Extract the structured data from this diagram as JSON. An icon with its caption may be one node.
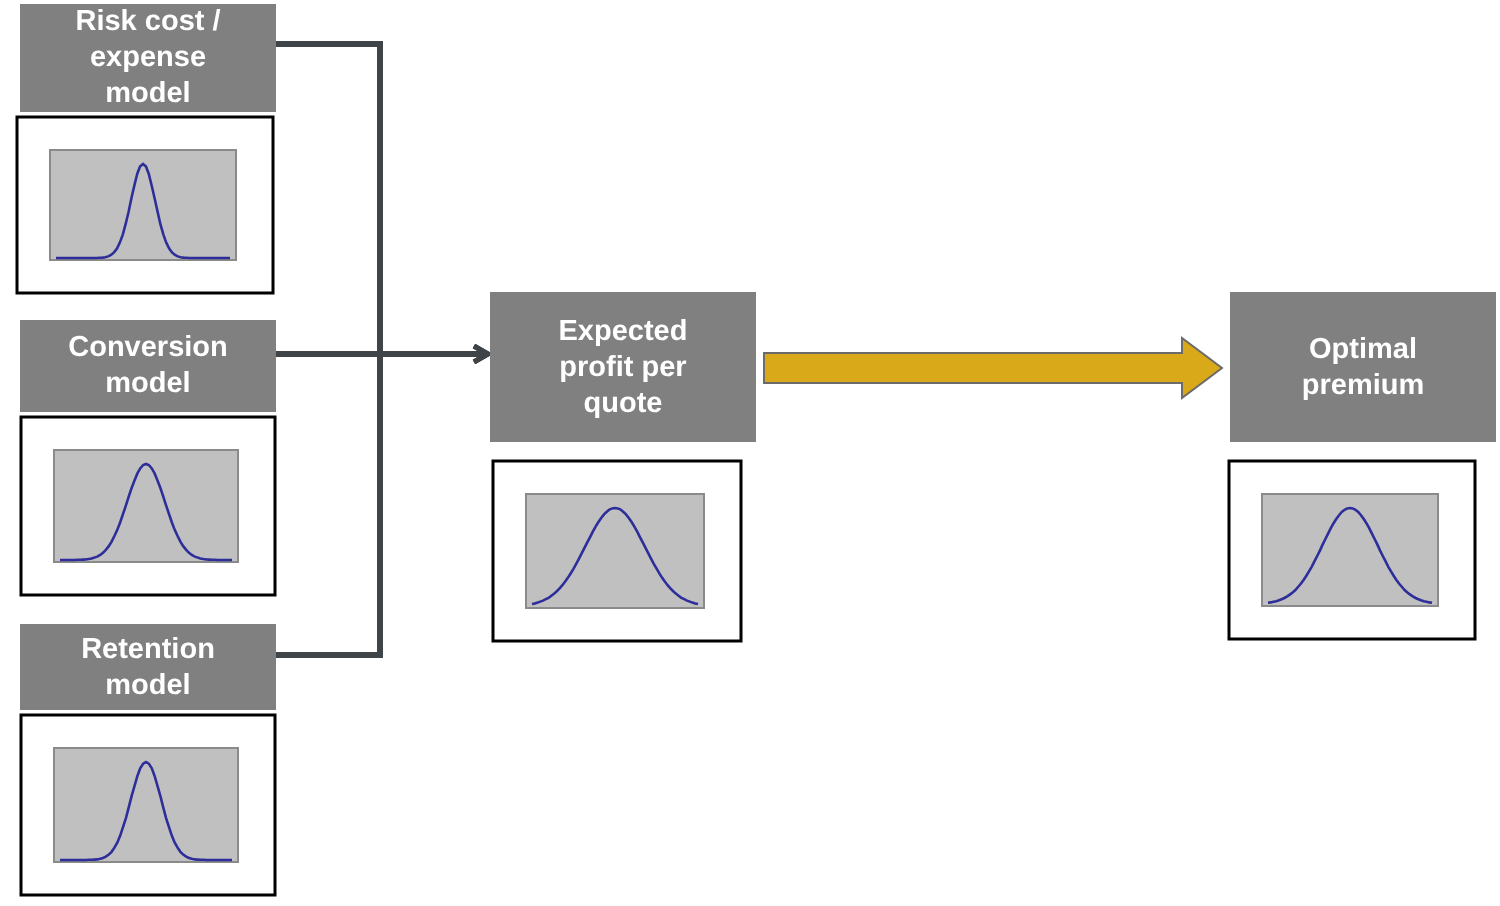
{
  "diagram": {
    "nodes": [
      {
        "text": [
          "Risk cost / expense model"
        ]
      },
      {
        "text": [
          "Conversion model"
        ]
      },
      {
        "text": [
          "Retention model"
        ]
      },
      {
        "text": [
          "Expected profit per quote"
        ]
      },
      {
        "text": [
          "Optimal premium"
        ]
      }
    ],
    "edges": [
      {
        "from": 0,
        "to": 3,
        "arrow": "to"
      },
      {
        "from": 1,
        "to": 3,
        "arrow": "to"
      },
      {
        "from": 2,
        "to": 3,
        "arrow": "to"
      },
      {
        "from": 3,
        "to": 4,
        "arrow": "to",
        "style": "thick",
        "color": "#d9a919"
      }
    ]
  }
}
